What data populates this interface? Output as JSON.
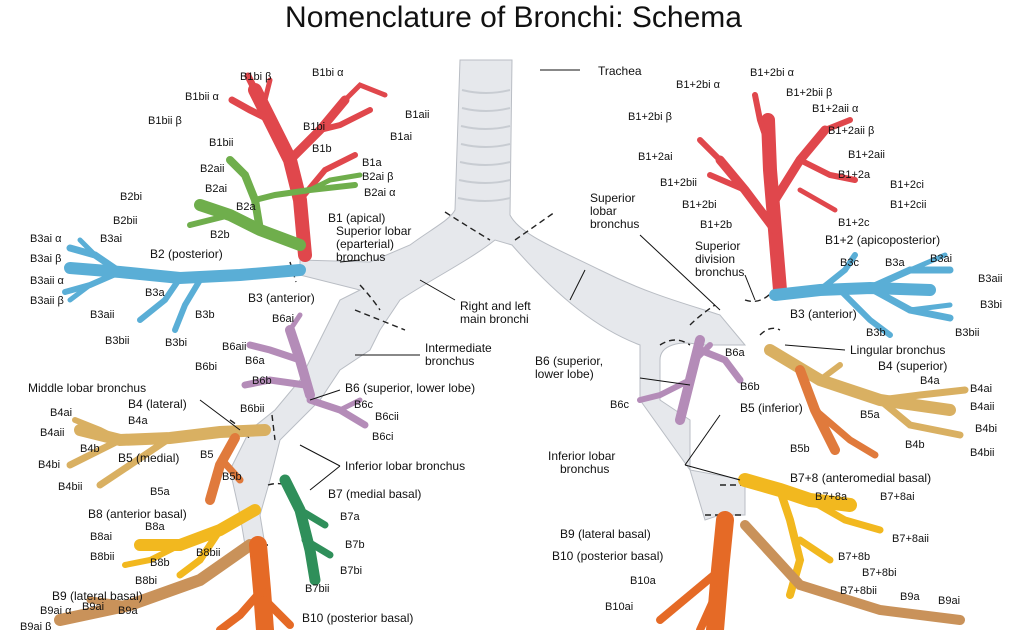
{
  "title": "Nomenclature of Bronchi: Schema",
  "colors": {
    "trachea": "#e6e8ec",
    "upper_red": "#e0474c",
    "b2_green": "#6fae4c",
    "b3_blue": "#5aaed6",
    "b6_purple": "#b48cb8",
    "b4_tan": "#d9b062",
    "b5_orange": "#e07a3c",
    "b8_yellow": "#f2b81f",
    "b7_green": "#2f8f5a",
    "b9_tan": "#c9925a",
    "b10_orange": "#e56a26"
  },
  "labels": {
    "trachea": "Trachea",
    "sup_lobar_ep": "Superior lobar (eparterial) bronchus",
    "right_left_main": "Right and left main bronchi",
    "intermediate": "Intermediate bronchus",
    "sup_lobar_l": "Superior lobar bronchus",
    "sup_division": "Superior division bronchus",
    "lingular": "Lingular bronchus",
    "middle_lobar": "Middle lobar bronchus",
    "inferior_lobar_r": "Inferior lobar bronchus",
    "inferior_lobar_l": "Inferior lobar bronchus",
    "b6_right": "B6 (superior, lower lobe)",
    "b6_left": "B6 (superior, lower lobe)",
    "b1_apical": "B1 (apical)",
    "b2_posterior": "B2 (posterior)",
    "b3_anterior_r": "B3 (anterior)",
    "b3_anterior_l": "B3 (anterior)",
    "b1_2_apicoposterior": "B1+2 (apicoposterior)",
    "b4_lateral": "B4 (lateral)",
    "b5_medial": "B5 (medial)",
    "b4_superior": "B4 (superior)",
    "b5_inferior": "B5 (inferior)",
    "b7_medial_basal": "B7 (medial basal)",
    "b8_anterior_basal": "B8 (anterior basal)",
    "b9_lateral_basal_r": "B9 (lateral basal)",
    "b10_posterior_basal_r": "B10 (posterior basal)",
    "b7_8_anteromedial": "B7+8 (anteromedial basal)",
    "b9_lateral_basal_l": "B9 (lateral basal)",
    "b10_posterior_basal_l": "B10 (posterior basal)"
  },
  "small_labels": {
    "r_b1bi_beta": "B1bi β",
    "r_b1bi_alpha": "B1bi α",
    "r_b1bii_alpha": "B1bii α",
    "r_b1bii_beta": "B1bii β",
    "r_b1aii": "B1aii",
    "r_b1bi": "B1bi",
    "r_b1ai": "B1ai",
    "r_b1bii": "B1bii",
    "r_b1b": "B1b",
    "r_b1a": "B1a",
    "r_b2aii": "B2aii",
    "r_b2ai_beta": "B2ai β",
    "r_b2ai": "B2ai",
    "r_b2ai_alpha": "B2ai α",
    "r_b2bi": "B2bi",
    "r_b2a": "B2a",
    "r_b2bii": "B2bii",
    "r_b2b": "B2b",
    "r_b3ai_alpha": "B3ai α",
    "r_b3ai": "B3ai",
    "r_b3ai_beta": "B3ai β",
    "r_b3aii_alpha": "B3aii α",
    "r_b3a": "B3a",
    "r_b3aii_beta": "B3aii β",
    "r_b3aii": "B3aii",
    "r_b3b": "B3b",
    "r_b3bii": "B3bii",
    "r_b3bi": "B3bi",
    "r_b6aii": "B6aii",
    "r_b6ai": "B6ai",
    "r_b6a": "B6a",
    "r_b6bi": "B6bi",
    "r_b6b": "B6b",
    "r_b6bii": "B6bii",
    "r_b6c": "B6c",
    "r_b6cii": "B6cii",
    "r_b6ci": "B6ci",
    "r_b4ai": "B4ai",
    "r_b4a": "B4a",
    "r_b4aii": "B4aii",
    "r_b4b": "B4b",
    "r_b4bi": "B4bi",
    "r_b4bii": "B4bii",
    "r_b5": "B5",
    "r_b5b": "B5b",
    "r_b5a": "B5a",
    "r_b7a": "B7a",
    "r_b8a": "B8a",
    "r_b8ai": "B8ai",
    "r_b8bii": "B8bii",
    "r_b8b": "B8b",
    "r_b8bi": "B8bi",
    "r_b7b": "B7b",
    "r_b7bi": "B7bi",
    "r_b7bii": "B7bii",
    "r_b9ai_alpha": "B9ai α",
    "r_b9ai": "B9ai",
    "r_b9a": "B9a",
    "r_b9ai_beta": "B9ai β",
    "l_b12bi_alpha": "B1+2bi α",
    "l_b12bii_beta": "B1+2bii β",
    "l_b12bi_beta": "B1+2bi β",
    "l_b12aii_alpha": "B1+2aii α",
    "l_b12aii_beta": "B1+2aii β",
    "l_b12ai": "B1+2ai",
    "l_b12aii": "B1+2aii",
    "l_b12a": "B1+2a",
    "l_b12bii": "B1+2bii",
    "l_b12ci": "B1+2ci",
    "l_b12bi": "B1+2bi",
    "l_b12cii": "B1+2cii",
    "l_b12b": "B1+2b",
    "l_b12c": "B1+2c",
    "l_b3c": "B3c",
    "l_b3a": "B3a",
    "l_b3ai": "B3ai",
    "l_b3aii": "B3aii",
    "l_b3bi": "B3bi",
    "l_b3b": "B3b",
    "l_b3bii": "B3bii",
    "l_b6a": "B6a",
    "l_b6b": "B6b",
    "l_b6c": "B6c",
    "l_b4a": "B4a",
    "l_b4ai": "B4ai",
    "l_b4aii": "B4aii",
    "l_b5": "B5",
    "l_b5a": "B5a",
    "l_b4bi": "B4bi",
    "l_b4b": "B4b",
    "l_b5b": "B5b",
    "l_b4bii": "B4bii",
    "l_b78ai": "B7+8ai",
    "l_b78a": "B7+8a",
    "l_b78aii": "B7+8aii",
    "l_b78b": "B7+8b",
    "l_b78bi": "B7+8bi",
    "l_b78bii": "B7+8bii",
    "l_b10a": "B10a",
    "l_b10ai": "B10ai",
    "l_b10aii": "B10ai",
    "l_b9a": "B9a",
    "l_b9ai": "B9ai"
  }
}
